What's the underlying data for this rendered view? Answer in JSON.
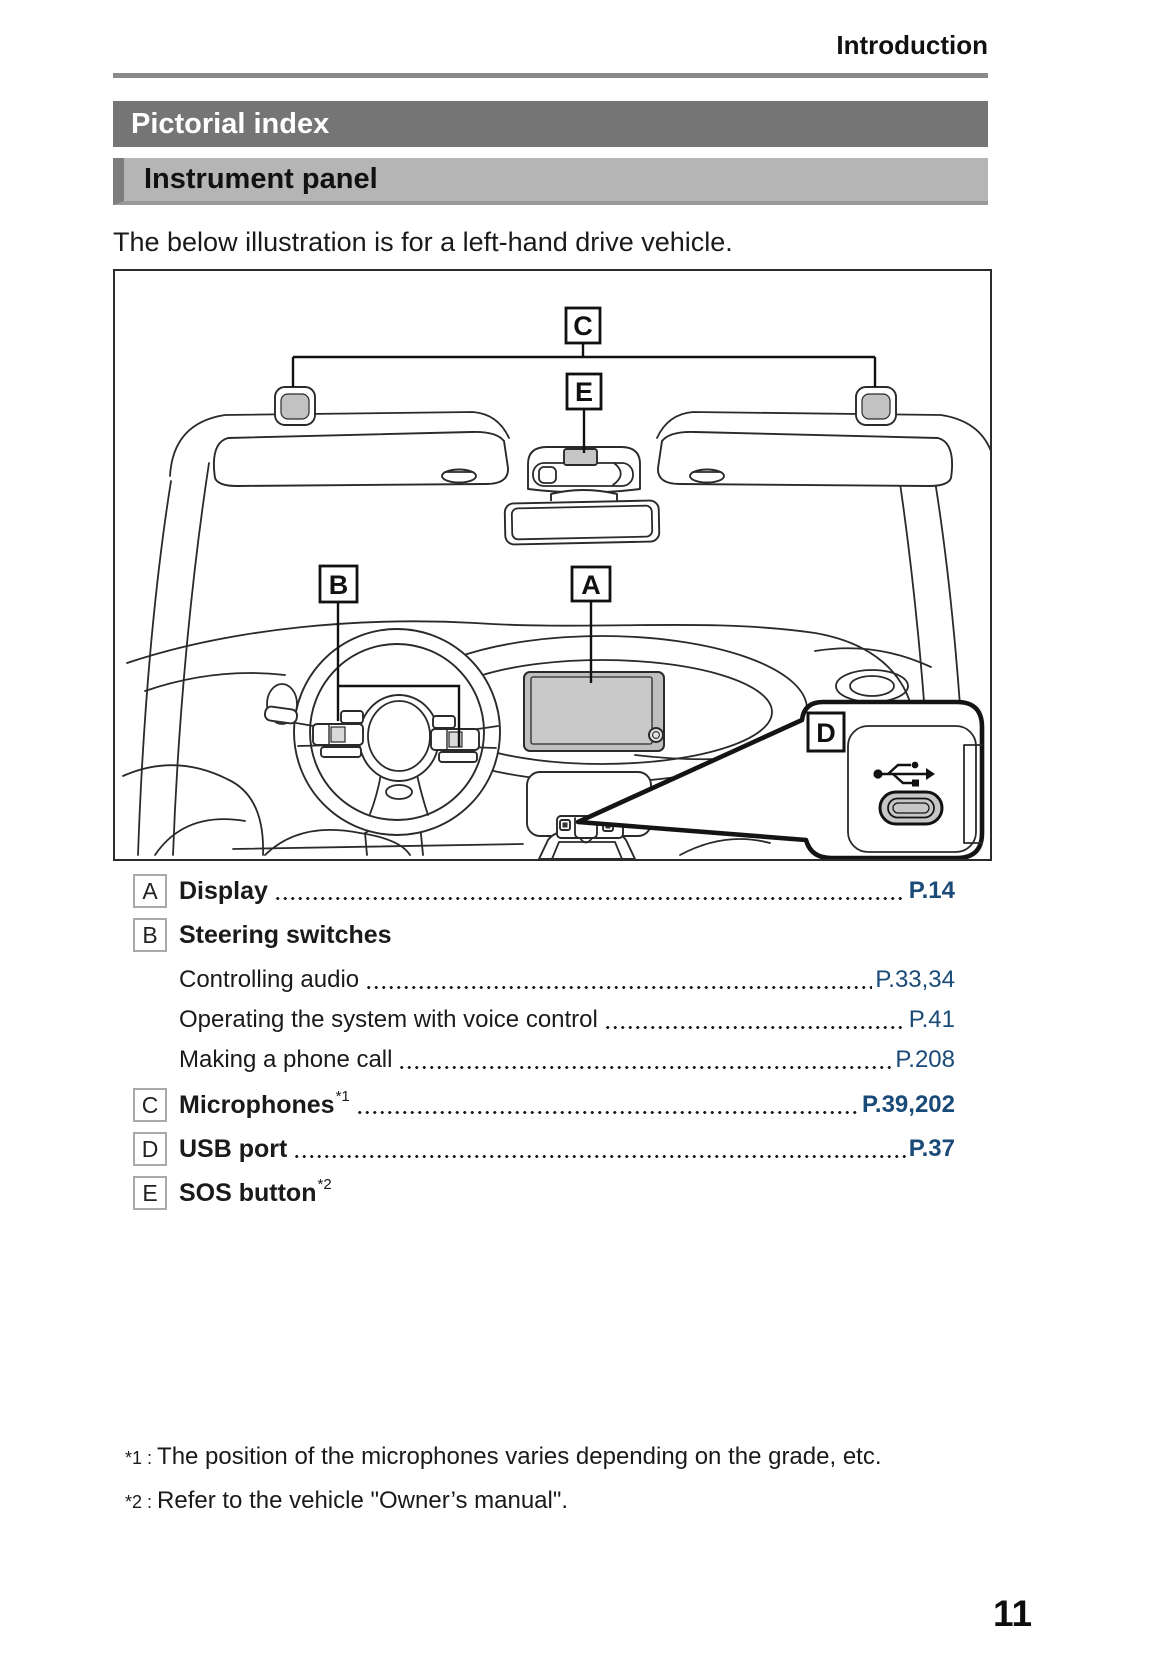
{
  "page": {
    "section_header": "Introduction",
    "page_number": "11"
  },
  "banners": {
    "primary": "Pictorial index",
    "secondary": "Instrument panel"
  },
  "intro_text": "The below illustration is for a left-hand drive vehicle.",
  "diagram": {
    "callouts": {
      "a": "A",
      "b": "B",
      "c": "C",
      "d": "D",
      "e": "E"
    }
  },
  "index": {
    "entries": [
      {
        "letter": "A",
        "label": "Display",
        "page": "P.14"
      },
      {
        "letter": "B",
        "label": "Steering switches",
        "sub": [
          {
            "label": "Controlling audio",
            "page": "P.33,34"
          },
          {
            "label": "Operating the system with voice control",
            "page": "P.41"
          },
          {
            "label": "Making a phone call",
            "page": "P.208"
          }
        ]
      },
      {
        "letter": "C",
        "label": "Microphones",
        "sup": "*1",
        "page": "P.39,202"
      },
      {
        "letter": "D",
        "label": "USB port",
        "page": "P.37"
      },
      {
        "letter": "E",
        "label": "SOS button",
        "sup": "*2"
      }
    ]
  },
  "footnotes": [
    {
      "marker": "*1 : ",
      "text": "The position of the microphones varies depending on the grade, etc."
    },
    {
      "marker": "*2 : ",
      "text": "Refer to the vehicle \"Owner’s manual\"."
    }
  ],
  "colors": {
    "link_blue": "#1a4a78",
    "banner_dark": "#757575",
    "banner_light": "#b5b5b5",
    "banner_accent": "#7d7d7d",
    "diagram_gray": "#c6c6c6"
  }
}
